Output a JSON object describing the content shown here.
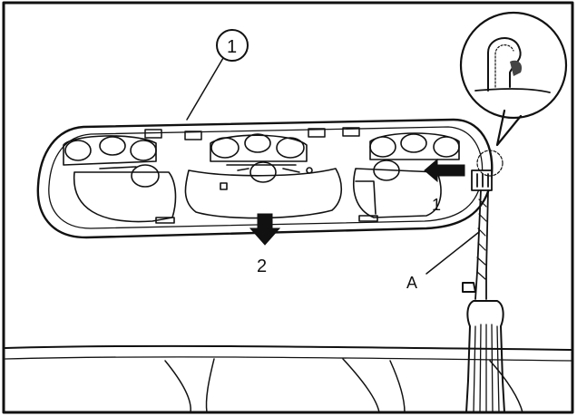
{
  "labels": {
    "callout_circle": "1",
    "arrow_down": "2",
    "arrow_left": "1",
    "tool": "A"
  },
  "colors": {
    "ink": "#111111",
    "paper": "#ffffff"
  }
}
